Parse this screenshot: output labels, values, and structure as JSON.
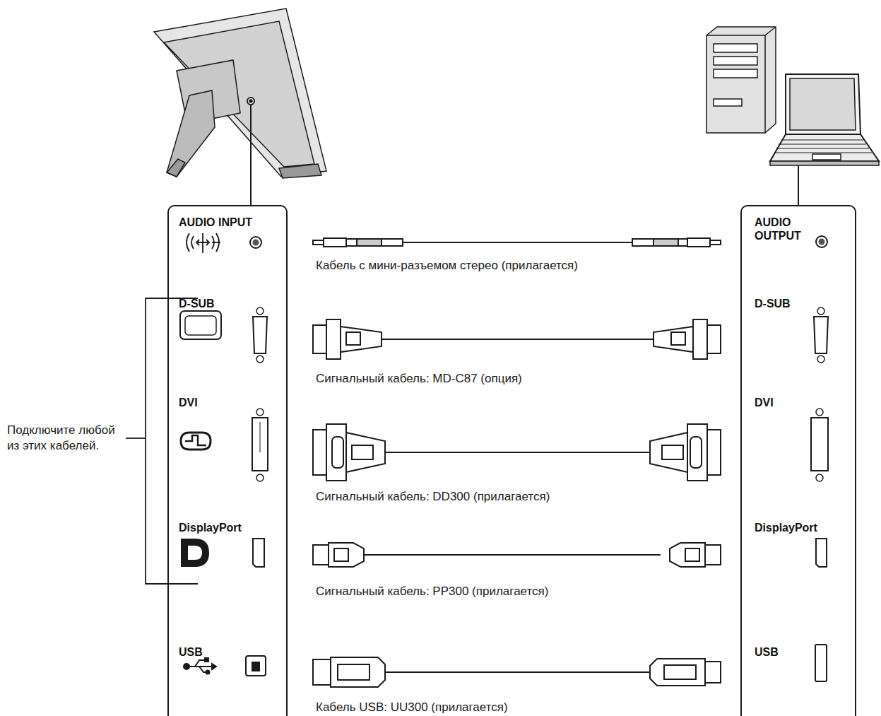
{
  "diagram": {
    "nodes": [
      {
        "text": [
          "AUDIO INPUT",
          "D-SUB",
          "DVI",
          "DisplayPort",
          "USB"
        ]
      },
      {
        "text": [
          "AUDIO OUTPUT",
          "D-SUB",
          "DVI",
          "DisplayPort",
          "USB"
        ]
      }
    ],
    "labels": [
      "Кабель с мини-разъемом стерео (прилагается)",
      "Сигнальный кабель: MD-C87 (опция)",
      "Сигнальный кабель: DD300 (прилагается)",
      "Сигнальный кабель: PP300 (прилагается)",
      "Кабель USB: UU300 (прилагается)",
      "Подключите любой из этих кабелей."
    ]
  }
}
